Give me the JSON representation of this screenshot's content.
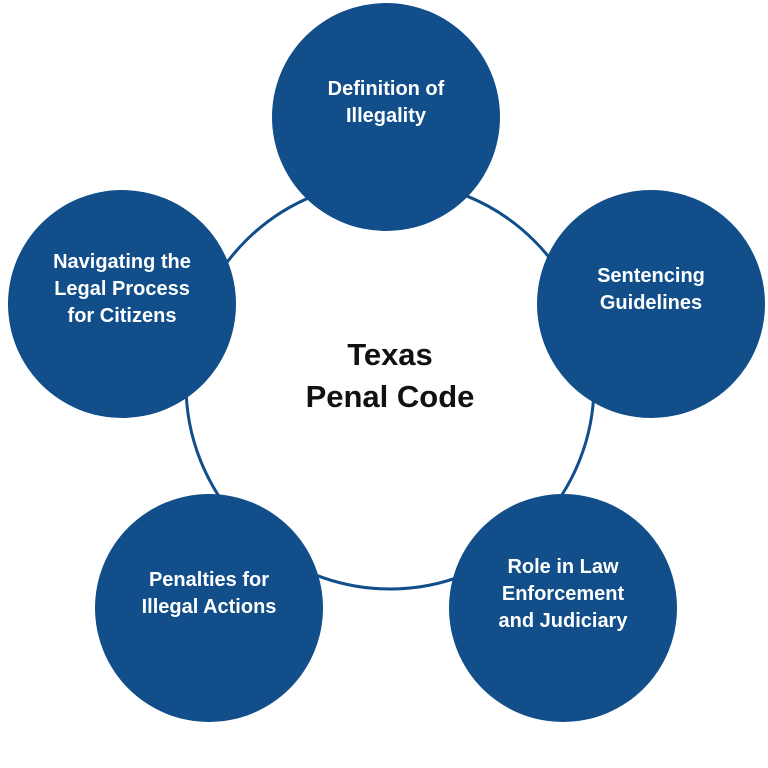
{
  "diagram": {
    "type": "cycle",
    "center": {
      "title_lines": [
        "Texas",
        "Penal Code"
      ]
    },
    "colors": {
      "node_fill": "#114e8a",
      "ring_stroke": "#114e8a",
      "node_text": "#ffffff",
      "center_text": "#111111",
      "background": "#ffffff"
    },
    "nodes": [
      {
        "position": "top",
        "lines": [
          "Definition of",
          "Illegality"
        ]
      },
      {
        "position": "right",
        "lines": [
          "Sentencing",
          "Guidelines"
        ]
      },
      {
        "position": "bottom-right",
        "lines": [
          "Role in Law",
          "Enforcement",
          "and Judiciary"
        ]
      },
      {
        "position": "bottom-left",
        "lines": [
          "Penalties for",
          "Illegal Actions"
        ]
      },
      {
        "position": "left",
        "lines": [
          "Navigating the",
          "Legal Process",
          "for Citizens"
        ]
      }
    ]
  }
}
